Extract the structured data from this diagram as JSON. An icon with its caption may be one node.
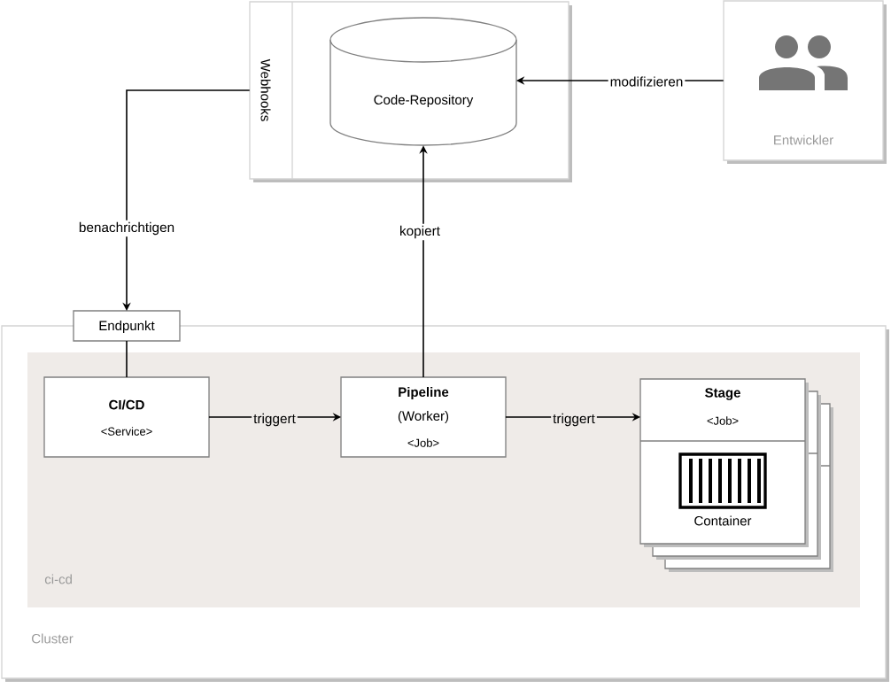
{
  "diagram": {
    "nodes": [
      {
        "text": [
          "Webhooks"
        ]
      },
      {
        "text": [
          "Code-Repository"
        ],
        "in": 0
      },
      {
        "text": [
          "Entwickler"
        ]
      },
      {
        "text": [
          "Cluster"
        ]
      },
      {
        "text": [
          "Endpunkt"
        ]
      },
      {
        "text": [
          "ci-cd"
        ],
        "in": 3
      },
      {
        "text": [
          "CI/CD",
          "<Service>"
        ],
        "in": 5
      },
      {
        "text": [
          "Pipeline",
          "(Worker)",
          "<Job>"
        ],
        "in": 5
      },
      {
        "text": [
          "Stage",
          "<Job>",
          "Container"
        ],
        "in": 5
      }
    ],
    "edges": [
      {
        "from": 2,
        "to": 1,
        "arrow": "to",
        "label": "modifizieren"
      },
      {
        "from": 0,
        "to": 4,
        "arrow": "to",
        "label": "benachrichtigen"
      },
      {
        "from": 4,
        "to": 6,
        "arrow": "none"
      },
      {
        "from": 6,
        "to": 7,
        "arrow": "to",
        "label": "triggert"
      },
      {
        "from": 7,
        "to": 1,
        "arrow": "to",
        "label": "kopiert"
      },
      {
        "from": 7,
        "to": 8,
        "arrow": "to",
        "label": "triggert"
      }
    ]
  }
}
